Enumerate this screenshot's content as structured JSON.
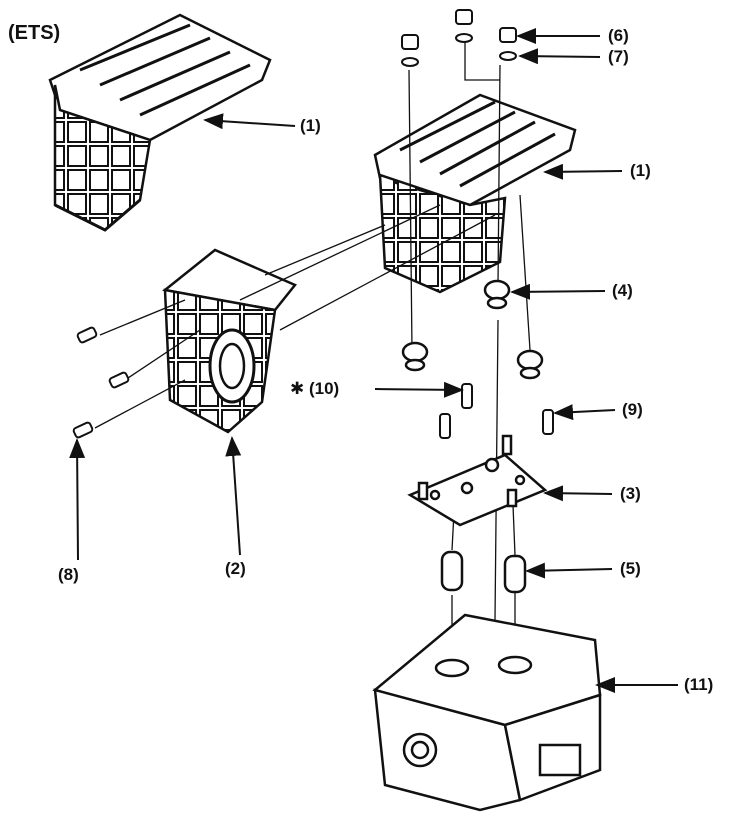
{
  "title": "(ETS)",
  "callouts": [
    {
      "id": "1",
      "text": "(1)"
    },
    {
      "id": "2",
      "text": "(2)"
    },
    {
      "id": "3",
      "text": "(3)"
    },
    {
      "id": "4",
      "text": "(4)"
    },
    {
      "id": "5",
      "text": "(5)"
    },
    {
      "id": "6",
      "text": "(6)"
    },
    {
      "id": "7",
      "text": "(7)"
    },
    {
      "id": "8",
      "text": "(8)"
    },
    {
      "id": "9",
      "text": "(9)"
    },
    {
      "id": "10",
      "text": "✱ (10)"
    },
    {
      "id": "11",
      "text": "(11)"
    }
  ]
}
